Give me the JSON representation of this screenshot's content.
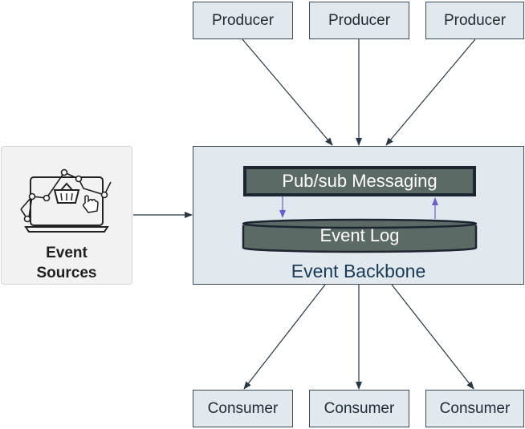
{
  "producers": [
    {
      "label": "Producer"
    },
    {
      "label": "Producer"
    },
    {
      "label": "Producer"
    }
  ],
  "consumers": [
    {
      "label": "Consumer"
    },
    {
      "label": "Consumer"
    },
    {
      "label": "Consumer"
    }
  ],
  "backbone": {
    "label": "Event Backbone",
    "pubsub_label": "Pub/sub Messaging",
    "event_log_label": "Event Log"
  },
  "sources": {
    "label": "Event\nSources",
    "icon": "laptop-shopping-basket-icon"
  },
  "colors": {
    "box_fill": "#e1e8ee",
    "box_border": "#3d4a54",
    "component_fill": "#5c6a66",
    "component_border": "#1c2530",
    "internal_arrow": "#6b5fc7",
    "backbone_text": "#1a3a55"
  }
}
